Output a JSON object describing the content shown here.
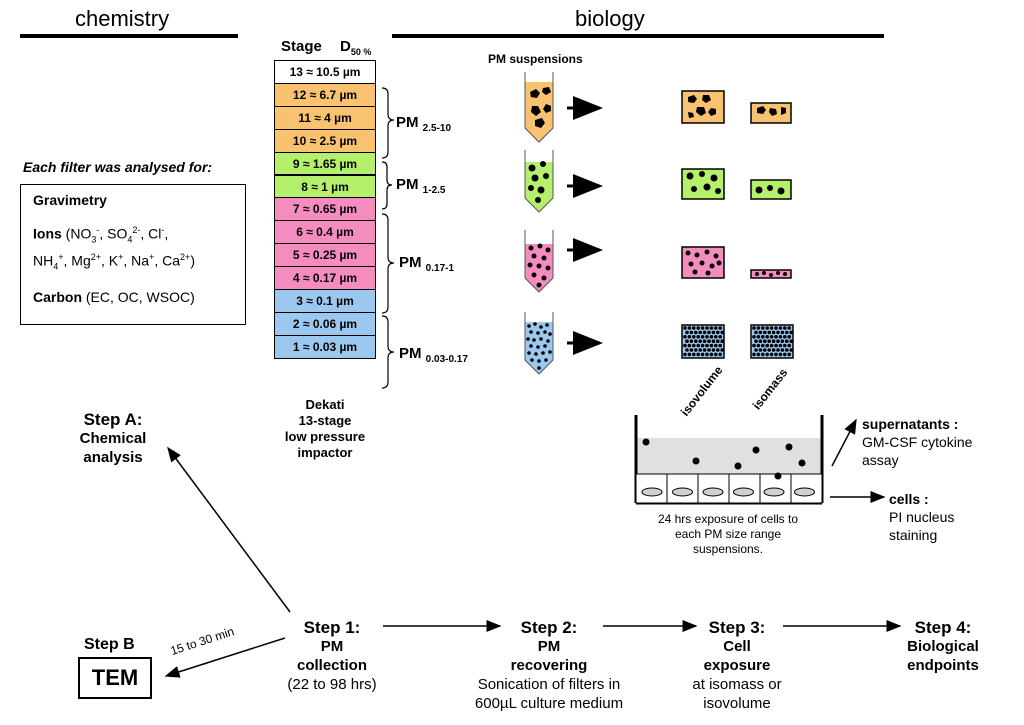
{
  "headers": {
    "chemistry": "chemistry",
    "biology": "biology"
  },
  "table": {
    "stage_header": "Stage",
    "d50_header": "D",
    "d50_sub": "50 %",
    "stages": [
      {
        "label": "13 ≈ 10.5 µm",
        "color": "#ffffff"
      },
      {
        "label": "12 ≈ 6.7 µm",
        "color": "#f9c271"
      },
      {
        "label": "11 ≈ 4 µm",
        "color": "#f9c271"
      },
      {
        "label": "10 ≈ 2.5 µm",
        "color": "#f9c271"
      },
      {
        "label": "9 ≈ 1.65 µm",
        "color": "#b5f06c"
      },
      {
        "label": "8 ≈ 1 µm",
        "color": "#b5f06c"
      },
      {
        "label": "7 ≈ 0.65 µm",
        "color": "#f58cbf"
      },
      {
        "label": "6 ≈ 0.4 µm",
        "color": "#f58cbf"
      },
      {
        "label": "5 ≈ 0.25 µm",
        "color": "#f58cbf"
      },
      {
        "label": "4 ≈ 0.17 µm",
        "color": "#f58cbf"
      },
      {
        "label": "3 ≈ 0.1 µm",
        "color": "#9cc7ee"
      },
      {
        "label": "2 ≈ 0.06 µm",
        "color": "#9cc7ee"
      },
      {
        "label": "1 ≈ 0.03 µm",
        "color": "#9cc7ee"
      }
    ],
    "caption": [
      "Dekati",
      "13-stage",
      "low pressure",
      "impactor"
    ]
  },
  "fractions": [
    {
      "pm": "PM",
      "sub": "2.5-10",
      "color": "#f9c271"
    },
    {
      "pm": "PM",
      "sub": "1-2.5",
      "color": "#b5f06c"
    },
    {
      "pm": "PM",
      "sub": "0.17-1",
      "color": "#f58cbf"
    },
    {
      "pm": "PM",
      "sub": "0.03-0.17",
      "color": "#9cc7ee"
    }
  ],
  "suspensions_title": "PM suspensions",
  "iso_labels": {
    "isovolume": "isovolume",
    "isomass": "isomass"
  },
  "filter_box": {
    "title": "Each filter was analysed for:",
    "gravimetry": "Gravimetry",
    "ions_label": "Ions",
    "ions_l1a": " (NO",
    "ions_l1b": "3",
    "ions_l1c": "-",
    "ions_l1d": ", SO",
    "ions_l1e": "4",
    "ions_l1f": "2-",
    "ions_l1g": ", Cl",
    "ions_l1h": "-",
    "ions_l1i": ",",
    "ions_l2a": "NH",
    "ions_l2b": "4",
    "ions_l2c": "+",
    "ions_l2d": ", Mg",
    "ions_l2e": "2+",
    "ions_l2f": ", K",
    "ions_l2g": "+",
    "ions_l2h": ", Na",
    "ions_l2i": "+",
    "ions_l2j": ", Ca",
    "ions_l2k": "2+",
    "ions_l2l": ")",
    "carbon_label": "Carbon",
    "carbon_rest": " (EC, OC, WSOC)"
  },
  "exposure": {
    "supernatants_title": "supernatants :",
    "supernatants_desc": [
      "GM-CSF cytokine",
      "assay"
    ],
    "cells_title": "cells :",
    "cells_desc": [
      "PI nucleus",
      "staining"
    ],
    "caption": [
      "24 hrs exposure of cells to",
      "each PM size range",
      "suspensions."
    ]
  },
  "steps": {
    "stepA": {
      "title": "Step A:",
      "lines": [
        "Chemical",
        "analysis"
      ]
    },
    "stepB": {
      "title": "Step B",
      "box": "TEM"
    },
    "arrow_label": "15 to 30 min",
    "step1": {
      "title": "Step 1:",
      "bold": [
        "PM",
        "collection"
      ],
      "normal": [
        "(22 to 98 hrs)"
      ]
    },
    "step2": {
      "title": "Step 2:",
      "bold": [
        "PM",
        "recovering"
      ],
      "normal": [
        "Sonication of filters in",
        "600µL culture medium"
      ]
    },
    "step3": {
      "title": "Step 3:",
      "bold": [
        "Cell",
        "exposure"
      ],
      "normal": [
        "at isomass or",
        "isovolume"
      ]
    },
    "step4": {
      "title": "Step 4:",
      "bold": [
        "Biological",
        "endpoints"
      ],
      "normal": []
    }
  }
}
